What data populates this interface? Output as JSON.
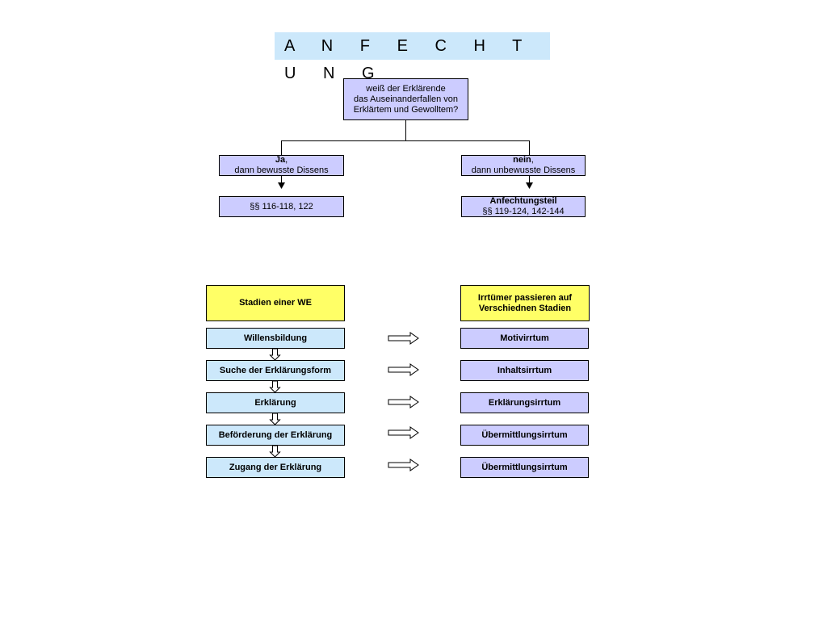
{
  "title": "A N F E C H T U N G",
  "question": {
    "line1": "weiß der Erklärende",
    "line2": "das Auseinanderfallen von",
    "line3": "Erklärtem und Gewolltem?"
  },
  "branch_yes": {
    "head": "Ja",
    "head_suffix": ",",
    "text": "dann bewusste Dissens",
    "result": "§§ 116-118, 122"
  },
  "branch_no": {
    "head": "nein",
    "head_suffix": ",",
    "text": "dann unbewusste Dissens",
    "result_title": "Anfechtungsteil",
    "result_text": "§§ 119-124, 142-144"
  },
  "stages": {
    "header": "Stadien einer WE",
    "items": [
      "Willensbildung",
      "Suche der Erklärungsform",
      "Erklärung",
      "Beförderung der Erklärung",
      "Zugang der Erklärung"
    ]
  },
  "errors": {
    "header_line1": "Irrtümer passieren auf",
    "header_line2": "Verschiednen Stadien",
    "items": [
      "Motivirrtum",
      "Inhaltsirrtum",
      "Erklärungsirrtum",
      "Übermittlungsirrtum",
      "Übermittlungsirrtum"
    ]
  },
  "colors": {
    "title_bg": "#cce8fb",
    "lavender": "#ccccff",
    "light_blue": "#cce8fb",
    "yellow": "#ffff66"
  }
}
